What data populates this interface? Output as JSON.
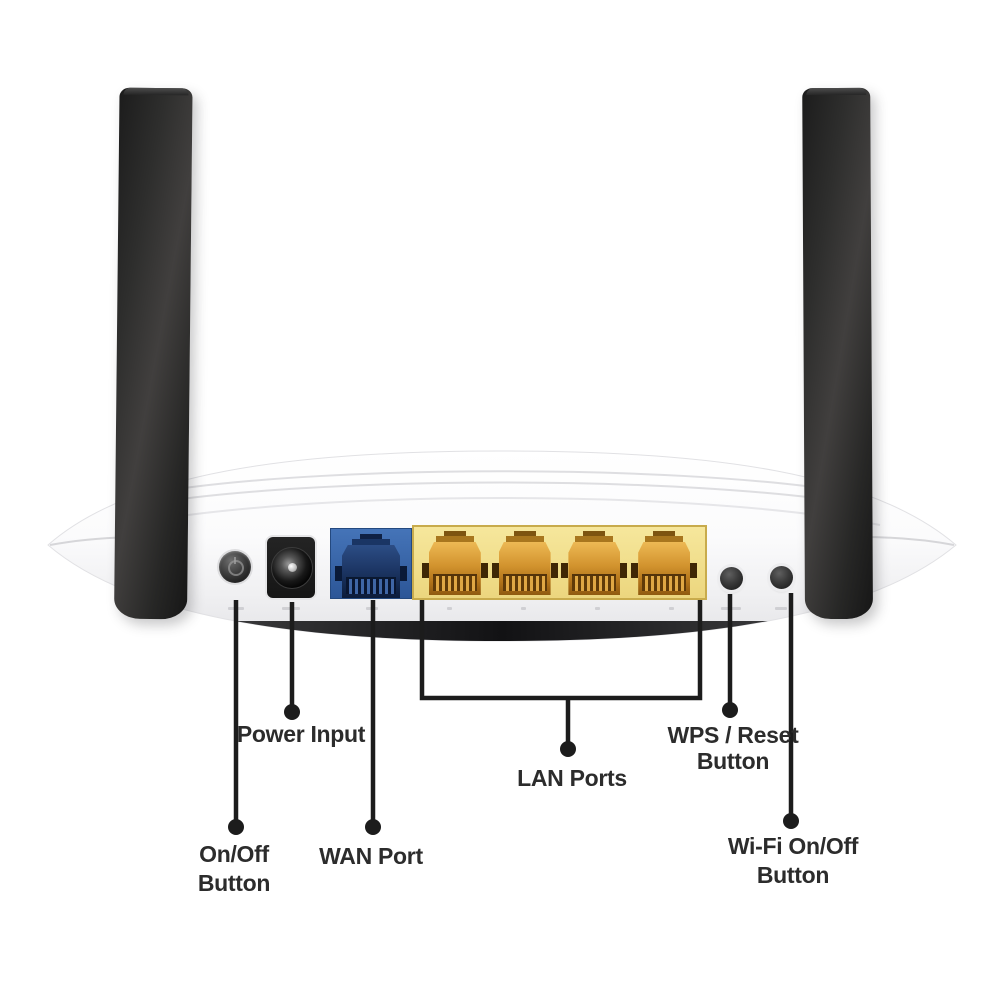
{
  "diagram": {
    "subject": "wireless-router-rear-panel",
    "callouts": {
      "power": {
        "label": "Power Input"
      },
      "onoff": {
        "line1": "On/Off",
        "line2": "Button"
      },
      "wan": {
        "label": "WAN Port"
      },
      "lan": {
        "label": "LAN Ports"
      },
      "wps": {
        "line1": "WPS / Reset",
        "line2": "Button"
      },
      "wifi": {
        "line1": "Wi-Fi On/Off",
        "line2": "Button"
      }
    }
  },
  "device": {
    "antenna_count": 2,
    "lan_port_count": 4
  },
  "colors": {
    "wan_panel": "#4574b8",
    "lan_panel": "#f6e79c",
    "lan_port_amber": "#d2932e",
    "antenna": "#2c2c2c",
    "body": "#ffffff",
    "callout": "#1c1c1c"
  }
}
